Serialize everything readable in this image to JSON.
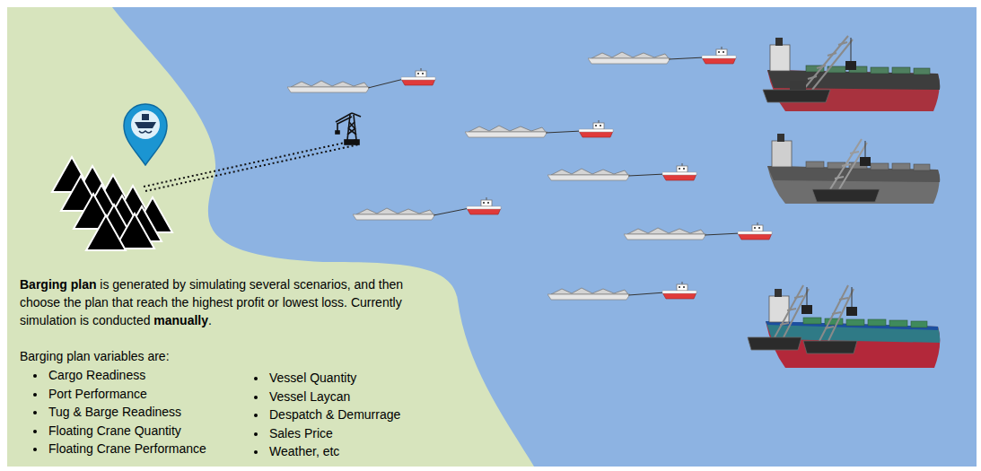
{
  "diagram": {
    "labels": [
      "Barging plan",
      "is generated by simulating several scenarios, and then choose the plan that reach the highest profit or lowest loss. Currently simulation is conducted",
      "manually",
      ".",
      "Barging plan variables are:",
      "Cargo Readiness",
      "Port Performance",
      "Tug & Barge Readiness",
      "Floating Crane Quantity",
      "Floating Crane Performance",
      "Vessel Quantity",
      "Vessel Laycan",
      "Despatch & Demurrage",
      "Sales Price",
      "Weather, etc"
    ]
  }
}
